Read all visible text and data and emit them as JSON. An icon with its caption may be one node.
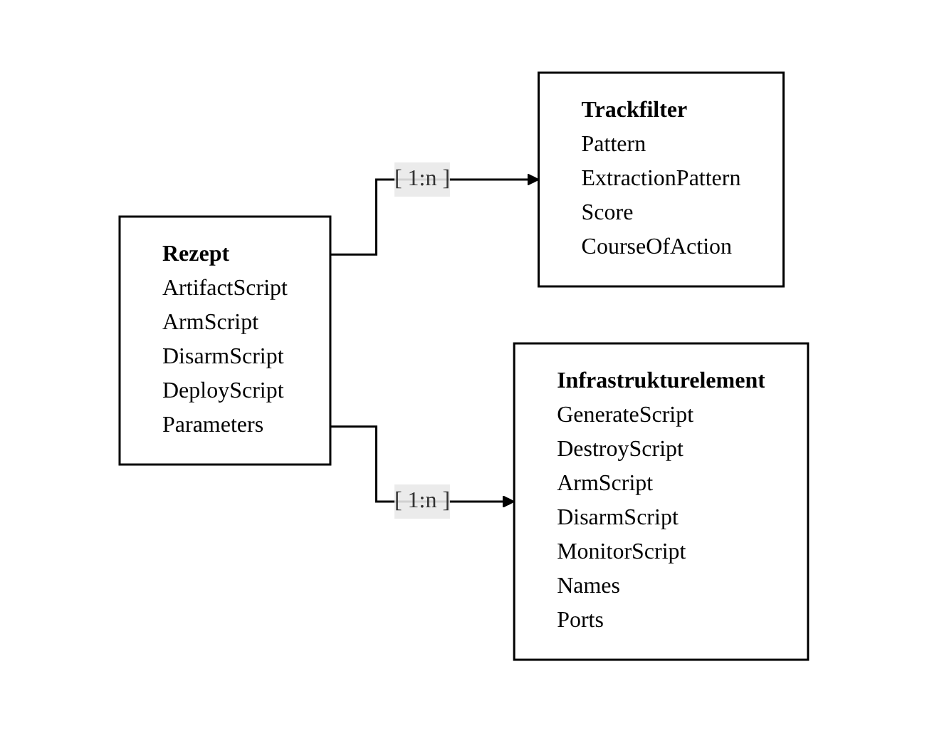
{
  "diagram": {
    "nodes": [
      {
        "text": [
          "Trackfilter",
          "Pattern",
          "ExtractionPattern",
          "Score",
          "CourseOfAction"
        ]
      },
      {
        "text": [
          "Rezept",
          "ArtifactScript",
          "ArmScript",
          "DisarmScript",
          "DeployScript",
          "Parameters"
        ]
      },
      {
        "text": [
          "Infrastrukturelement",
          "GenerateScript",
          "DestroyScript",
          "ArmScript",
          "DisarmScript",
          "MonitorScript",
          "Names",
          "Ports"
        ]
      }
    ],
    "edges": [
      {
        "from": 1,
        "to": 0,
        "arrow": "to",
        "label": "[ 1:n ]"
      },
      {
        "from": 1,
        "to": 2,
        "arrow": "to",
        "label": "[ 1:n ]"
      }
    ]
  }
}
